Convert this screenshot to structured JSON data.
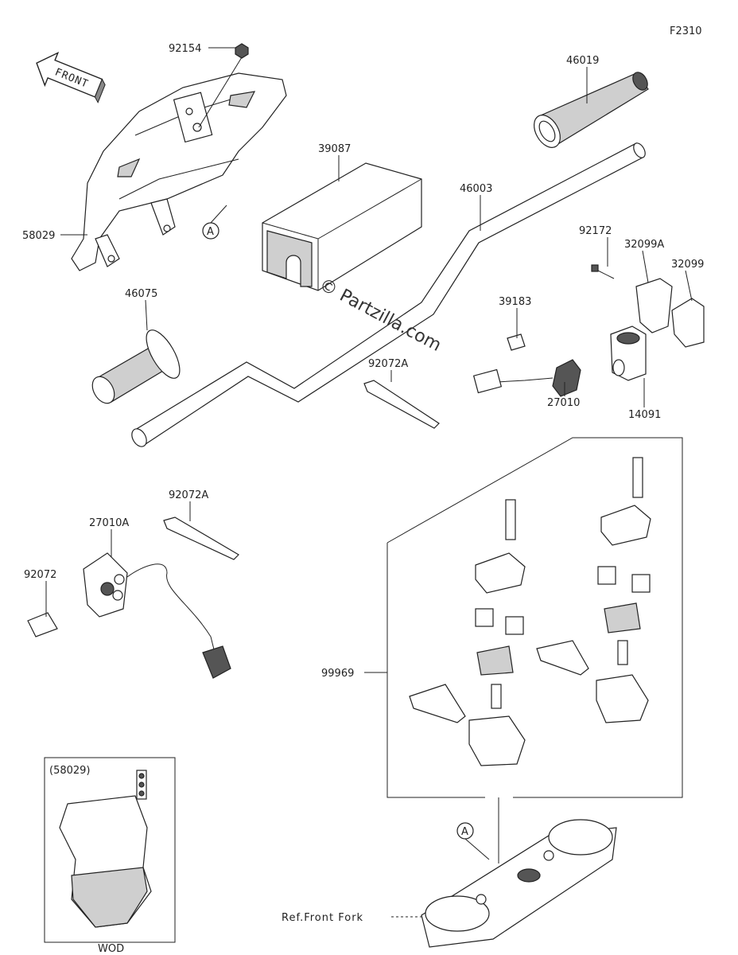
{
  "diagram": {
    "code": "F2310",
    "front_label": "FRONT",
    "watermark": "© Partzilla.com",
    "callout_a": "A",
    "inset_label": "(58029)",
    "inset_caption": "WOD",
    "ref_label": "Ref.Front Fork",
    "parts": [
      {
        "id": "p1",
        "number": "92154"
      },
      {
        "id": "p2",
        "number": "58029"
      },
      {
        "id": "p3",
        "number": "46019"
      },
      {
        "id": "p4",
        "number": "39087"
      },
      {
        "id": "p5",
        "number": "46003"
      },
      {
        "id": "p6",
        "number": "92172"
      },
      {
        "id": "p7",
        "number": "32099A"
      },
      {
        "id": "p8",
        "number": "32099"
      },
      {
        "id": "p9",
        "number": "46075"
      },
      {
        "id": "p10",
        "number": "39183"
      },
      {
        "id": "p11",
        "number": "92072A"
      },
      {
        "id": "p12",
        "number": "27010"
      },
      {
        "id": "p13",
        "number": "14091"
      },
      {
        "id": "p14",
        "number": "92072A"
      },
      {
        "id": "p15",
        "number": "27010A"
      },
      {
        "id": "p16",
        "number": "92072"
      },
      {
        "id": "p17",
        "number": "99969"
      }
    ]
  }
}
